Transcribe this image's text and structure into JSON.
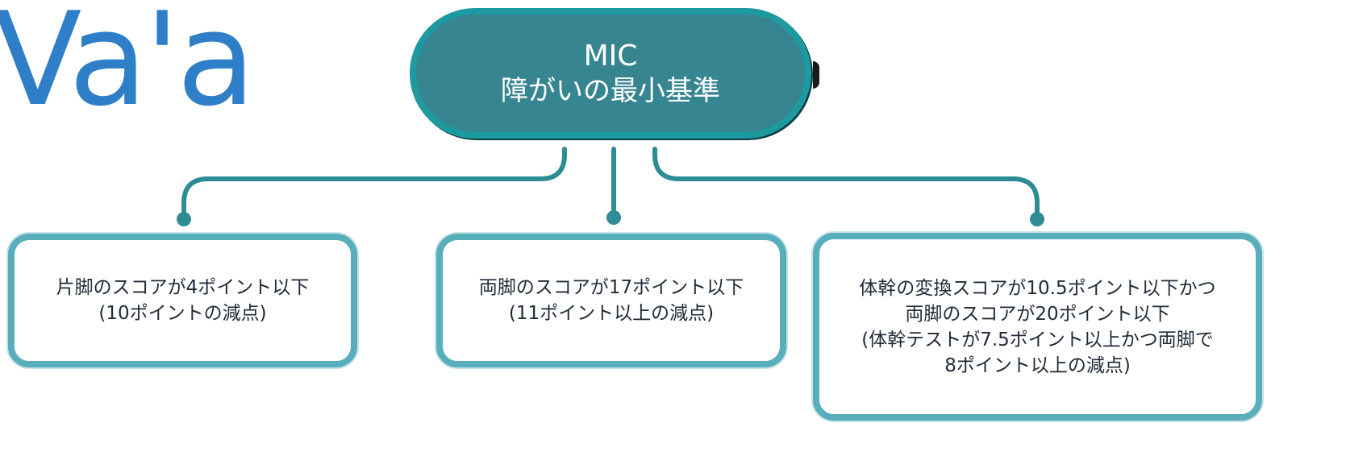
{
  "background_text": "Va'a",
  "top_node": {
    "title": "MIC",
    "subtitle": "障がいの最小基準"
  },
  "leaves": [
    {
      "lines": [
        "片脚のスコアが4ポイント以下",
        "(10ポイントの減点)"
      ]
    },
    {
      "lines": [
        "両脚のスコアが17ポイント以下",
        "(11ポイント以上の減点)"
      ]
    },
    {
      "lines": [
        "体幹の変換スコアが10.5ポイント以下かつ",
        "両脚のスコアが20ポイント以下",
        "(体幹テストが7.5ポイント以上かつ両脚で",
        "8ポイント以上の減点)"
      ]
    }
  ],
  "colors": {
    "node_fill": "#378590",
    "node_border": "#1d9aa0",
    "leaf_border": "#58aebb",
    "connector": "#2e8c94",
    "background_text": "#2f7fc8"
  }
}
